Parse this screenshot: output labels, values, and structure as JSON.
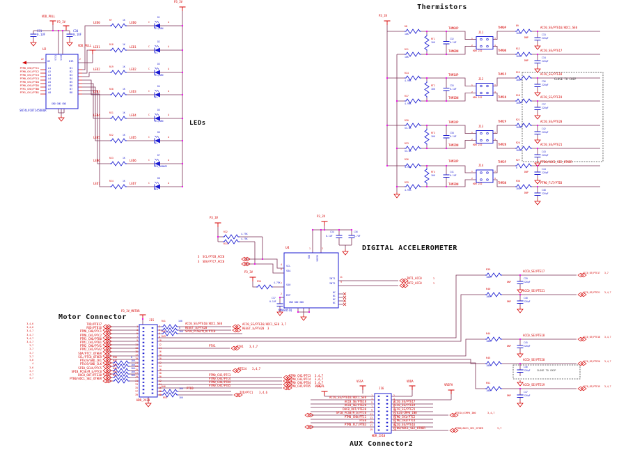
{
  "leds": {
    "title": "LEDs",
    "vdd_pull": "VDD_PULL",
    "p3_3v": "P3_3V",
    "c_lbl": "C",
    "a_lbl": "A",
    "u2": {
      "ref": "U2",
      "part": "SN74LVC8T245DBQR",
      "oe": "OE",
      "dir": "DIR",
      "oe_n": "22",
      "dir_n": "2",
      "vcca": "VCCA",
      "vccb": "VCCB",
      "gnd": "GND GND GND",
      "a_col": "A1\nA2\nA3\nA4\nA5\nA6\nA7\nA8",
      "b_col": "B1\nB2\nB3\nB4\nB5\nB6\nB7\nB8"
    },
    "c31": {
      "ref": "C31",
      "val": "0.1UF"
    },
    "c30": {
      "ref": "C30",
      "val": "0.1UF"
    },
    "inputs": [
      {
        "net": "PTM0_CH0/PTC1"
      },
      {
        "net": "PTM0_CH1/PTC2"
      },
      {
        "net": "PTM0_CH2/PTC3"
      },
      {
        "net": "PTM0_CH3/PTC4"
      },
      {
        "net": "PTM0_CH4/PTD4"
      },
      {
        "net": "PTM0_CH5/PTD5"
      },
      {
        "net": "PTM1_CH0/PTB0"
      },
      {
        "net": "PTM1_CH1/PTB1"
      }
    ],
    "rows": [
      {
        "net": "LED0",
        "res": "R7",
        "val": "1K",
        "net2": "LED0",
        "d": "D1",
        "color": "YEL/GRN"
      },
      {
        "net": "LED1",
        "res": "R18",
        "val": "1K",
        "net2": "LED1",
        "d": "D2",
        "color": "YEL"
      },
      {
        "net": "LED2",
        "res": "R19",
        "val": "1K",
        "net2": "LED2",
        "d": "D3",
        "color": "YEL/GRN"
      },
      {
        "net": "LED3",
        "res": "R20",
        "val": "1K",
        "net2": "LED3",
        "d": "D4",
        "color": "YEL"
      },
      {
        "net": "LED4",
        "res": "R21",
        "val": "1K",
        "net2": "LED4",
        "d": "D5",
        "color": "YEL/GRN"
      },
      {
        "net": "LED5",
        "res": "R22",
        "val": "1K",
        "net2": "LED5",
        "d": "D6",
        "color": "YEL"
      },
      {
        "net": "LED6",
        "res": "R23",
        "val": "1K",
        "net2": "LED6",
        "d": "D7",
        "color": "LED_ORANGE"
      },
      {
        "net": "LED7",
        "res": "R24",
        "val": "1K",
        "net2": "LED7",
        "d": "D8",
        "color": "RED"
      }
    ]
  },
  "thermistors": {
    "title": "Thermistors",
    "p3_3v": "P3_3V",
    "note": "CLOSE TO CHIP",
    "jtype": "HDR 2X2",
    "p1": "1",
    "p2": "2",
    "p3": "3",
    "p4": "4",
    "rtval": "10K",
    "capval": "0.1UF",
    "groups": [
      {
        "j": "J11",
        "rt": "RT1",
        "cap": "C32",
        "rup": "R8",
        "rupval": "10K",
        "rdn": "R11",
        "rdnval": "10K",
        "netup": "THM0UP",
        "netdn": "THM0DN"
      },
      {
        "j": "J12",
        "rt": "RT2",
        "cap": "C35",
        "rup": "R14",
        "rupval": "4.99K",
        "rdn": "R17",
        "rdnval": "4.99K",
        "netup": "THM1UP",
        "netdn": "THM1DN"
      },
      {
        "j": "J13",
        "rt": "RT3",
        "cap": "C38",
        "rup": "R20",
        "rupval": "53.6K",
        "rdn": "R23",
        "rdnval": "53.6K",
        "netup": "THM2UP",
        "netdn": "THM2DN"
      },
      {
        "j": "J14",
        "rt": "RT4",
        "cap": "C41",
        "rup": "R26",
        "rupval": "4.99K",
        "rdn": "R29",
        "rdnval": "4.99K",
        "netup": "THM3UP",
        "netdn": "THM3DN"
      }
    ],
    "rows": [
      {
        "thm": "THM0P",
        "res": "R9",
        "val": "100",
        "cap": "C33",
        "capval": "220pF",
        "dnp": "DNP",
        "net": "ACC0_SE/PTE16/ADC1_SE0"
      },
      {
        "thm": "THM0N",
        "res": "R12",
        "val": "100",
        "cap": "C34",
        "capval": "220pF",
        "dnp": "DNP",
        "net": "ACC0_SE/PTE17"
      },
      {
        "thm": "THM1P",
        "res": "R15",
        "val": "100",
        "cap": "C36",
        "capval": "220pF",
        "net": "ACC0_SE/PTE18"
      },
      {
        "thm": "THM1N",
        "res": "R18",
        "val": "100",
        "cap": "C37",
        "capval": "220pF",
        "net": "ACC0_SE/PTE19"
      },
      {
        "thm": "THM2P",
        "res": "R21",
        "val": "100",
        "cap": "C42",
        "capval": "220pF",
        "net": "ACC0_SE/PTE20"
      },
      {
        "thm": "THM2N",
        "res": "R24",
        "val": "100",
        "cap": "C43",
        "capval": "220pF",
        "net": "ACC0_SE/PTE21"
      },
      {
        "thm": "THM3P",
        "res": "R27",
        "val": "0",
        "cap": "C44",
        "capval": "220pF",
        "dnp": "DNP",
        "net": "PTB0/ADC1_SE2_OTHER"
      },
      {
        "thm": "THM3N",
        "res": "R30",
        "val": "100",
        "cap": "C48",
        "capval": "220pF",
        "dnp": "DNP",
        "net": "PTM0_FLT/PTB3"
      }
    ]
  },
  "accel": {
    "title": "DIGITAL ACCELEROMETER",
    "p3_3v": "P3_3V",
    "ref3": "3",
    "scl_net": "SCL/PTC8_ACC0",
    "sda_net": "SDA/PTC7_ACC0",
    "int1_net": "INT1_ACC0",
    "int2_net": "INT2_ACC0",
    "r32": {
      "ref": "R32",
      "val": "4.75K"
    },
    "r33": {
      "ref": "R33",
      "val": "4.75K"
    },
    "r36": {
      "ref": "R36",
      "val": "4.75K"
    },
    "c37": {
      "ref": "C37",
      "val": "0.1UF"
    },
    "c34": {
      "ref": "C34",
      "val": "0.1UF"
    },
    "c36": {
      "ref": "C36",
      "val": "4.7UF"
    },
    "u4": {
      "ref": "U4",
      "part": "MMA8451Q",
      "scl": "SCL",
      "sda": "SDA",
      "sa0": "SA0",
      "byp": "BYP",
      "int1": "INT1",
      "int2": "INT2",
      "nc": "NC",
      "vdd": "VDD",
      "vddio": "VDDIO",
      "gnd": "GND GND GND",
      "n_scl": "4",
      "n_sda": "6",
      "n_sa0": "7",
      "n_byp": "2",
      "n_int1": "11",
      "n_int2": "9",
      "n_vdd": "1",
      "n_vddio": "2"
    }
  },
  "motor": {
    "title": "Motor Connector",
    "pwr": "P3_3V_MOTOR",
    "j15": {
      "ref": "J15",
      "type": "HDR_2X20",
      "odd": "1\n3\n5\n7\n9\n11\n13\n15\n17\n19\n21\n23\n25\n27\n29\n31\n33\n35\n37\n39",
      "even": "2\n4\n6\n8\n10\n12\n14\n16\n18\n20\n22\n24\n26\n28\n30\n32\n34\n36\n38\n40"
    },
    "left": [
      {
        "pref": "3,4,6",
        "net": "TXD/PTB17"
      },
      {
        "pref": "3,4,6",
        "net": "RXD/PTB16"
      },
      {
        "pref": "3,4,7",
        "net": "PTM0_CH0/PTC1"
      },
      {
        "pref": "3,4,7",
        "net": "PTM0_CH1/PTC2"
      },
      {
        "pref": "3,4,7",
        "net": "PTM1_CH0/PTB0"
      },
      {
        "pref": "3,4,7",
        "net": "PTM1_CH1/PTB1"
      },
      {
        "pref": "3,7",
        "net": "PTM2_CH0/PTA1"
      },
      {
        "pref": "3,7",
        "net": "PTM2_CH1/PTA2"
      },
      {
        "pref": "3,7",
        "net": "SDA/PTC7_OTHER"
      },
      {
        "pref": "3,7",
        "net": "SCL/PTC8_OTHER"
      },
      {
        "pref": "3,6",
        "net": "PTA19/GND_CK1",
        "rref": "R38",
        "rval": "0"
      },
      {
        "pref": "4",
        "net": "PTA19/GND_CLK",
        "rref": "R47",
        "rval": "100"
      },
      {
        "pref": "3,6",
        "net": "SPI0_SCLK/PTC5",
        "rref": "R48",
        "rval": "100"
      },
      {
        "pref": "3,7",
        "net": "SPI0_PCS0/M_b/PTC0",
        "rref": "R49",
        "rval": "100"
      },
      {
        "pref": "4,7",
        "net": "DAC0_OUT/PTE30",
        "rref": "R50",
        "rval": "100"
      },
      {
        "pref": "3,7",
        "net": "PTB0/ADC1_SE2_OTHER",
        "rref": "R52",
        "rval": "100"
      }
    ],
    "right": [
      {
        "res": "R41",
        "val": "100",
        "net": "ACC0_SE/PTE16/ADC1_SE0",
        "off": "ACC0_SE/PTE16/ADC1_SE0",
        "pref": "3,7"
      },
      {
        "res": "R42",
        "val": "0",
        "net": "RESET_b/PTA20",
        "off": "RESET_b/PTA20",
        "pref": "3"
      },
      {
        "res": "R43",
        "val": "100",
        "net": "SPI0_PCS0/M_b/PTC0"
      },
      {},
      {},
      {
        "net": "PTA1",
        "off": "PTA1",
        "pref": "3,4,7"
      },
      {},
      {},
      {},
      {
        "off": "PTE24",
        "pref": "3,4,7"
      },
      {
        "net": "PTM0_CH2/PTC3",
        "off": "PTM0_CH2/PTC3",
        "pref": "3,4,7"
      },
      {
        "net": "PTM0_CH3/PTC4",
        "off": "PTM0_CH3/PTC4",
        "pref": "3,4,7"
      },
      {
        "net": "PTM0_CH4/PTD4",
        "off": "PTM0_CH4/PTD4",
        "pref": "3,4,7"
      },
      {
        "net": "PTM0_CH5/PTD5",
        "off": "PTM0_CH5/PTD5",
        "pref": "3,4,7"
      },
      {
        "res": "R46",
        "val": "100",
        "net": "PTE0"
      },
      {
        "res": "R53",
        "val": "100",
        "off": "TXD/PTC1",
        "pref": "3,4,6"
      }
    ]
  },
  "aux": {
    "title": "AUX Connector2",
    "vrefl": "VREFL",
    "vssa": "VSSA",
    "vdda": "VDDA",
    "vrefh": "VREFH",
    "j16": {
      "ref": "J16",
      "type": "HDR_2X10",
      "odd": "1\n3\n5\n7\n9\n11\n13\n15\n17\n19",
      "even": "2\n4\n6\n8\n10\n12\n14\n16\n18\n20"
    },
    "left": [
      {
        "net": "ACC0_SE/PTE16/ADC1_SE0"
      },
      {
        "net": "ACC0_SE/PTE18"
      },
      {
        "net": "ACC0_SE/PTE20"
      },
      {
        "net": "DAC0_OUT/PTE30"
      },
      {
        "net": "SPI0_PCS0/M_b/PTC0"
      },
      {
        "net": "PTM0_CH0/PTC1"
      },
      {
        "net": "PTE0"
      },
      {
        "net": "PTM0_FLT/PTB3"
      }
    ],
    "right": [
      {
        "net": "ACC0_SE/PTE17"
      },
      {
        "net": "ACC0_SE/PTE19"
      },
      {
        "net": "ACC0_SE/PTE21"
      },
      {
        "net": "PTE24/CMP0_IN0"
      },
      {
        "net": "PTM0_CH1/PTC2"
      },
      {
        "net": "PTM0_CH3/PTC4"
      },
      {
        "net": "ACC0_SE/PTE16"
      },
      {
        "net": "PTB0/ADC1_SE2_OTHER"
      }
    ],
    "off_mid": {
      "net": "PTE24/CMP0_IN0",
      "pref": "3,4,7"
    },
    "off_bot": {
      "net": "PTB0/ADC1_SE2_OTHER",
      "pref": "3,7"
    }
  },
  "acc_rows": [
    {
      "res": "R39",
      "val": "100",
      "net": "ACC0_SE/PTE17",
      "off": "ACC0_SE/PTE17",
      "pref": "3,7",
      "cap": "C39",
      "capval": "220pF",
      "dnp": "DNP"
    },
    {
      "res": "R40",
      "val": "100",
      "net": "ACC0_SE/PTE21",
      "off": "ACC0_SE/PTE21",
      "pref": "3,4,7",
      "cap": "C40",
      "capval": "220pF",
      "dnp": "DNP"
    },
    {
      "res": "R44",
      "val": "100",
      "net": "ACC0_SE/PTE18",
      "off": "ACC0_SE/PTE18",
      "pref": "3,4,7",
      "cap": "C45",
      "capval": "220pF",
      "dnp": "DNP"
    },
    {
      "res": "R45",
      "val": "100",
      "net": "ACC0_SE/PTE20",
      "off": "ACC0_SE/PTE20",
      "pref": "3,4,7",
      "cap": "C46",
      "capval": "220pF",
      "note": "CLOSE TO CHIP"
    },
    {
      "res": "R51",
      "val": "100",
      "net": "ACC0_SE/PTE19",
      "off": "ACC0_SE/PTE19",
      "pref": "3,4,7",
      "cap": "C47",
      "capval": "220pF",
      "dnp": "DNP"
    }
  ]
}
